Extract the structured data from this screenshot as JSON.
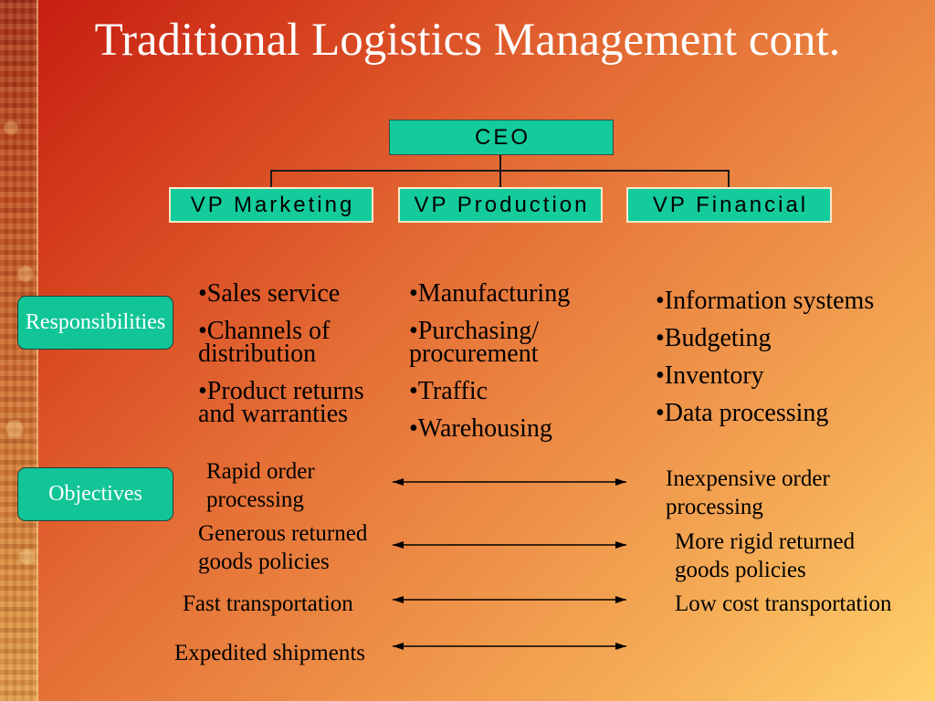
{
  "slide": {
    "title": "Traditional Logistics Management cont."
  },
  "org_chart": {
    "ceo": "CEO",
    "vp_marketing": "VP Marketing",
    "vp_production": "VP Production",
    "vp_financial": "VP Financial"
  },
  "labels": {
    "responsibilities": "Responsibilities",
    "objectives": "Objectives"
  },
  "responsibilities": {
    "marketing": [
      "•Sales service",
      "•Channels of\ndistribution",
      "•Product returns\nand warranties"
    ],
    "production": [
      "•Manufacturing",
      "•Purchasing/\nprocurement",
      "•Traffic",
      "•Warehousing"
    ],
    "financial": [
      "•Information systems",
      "•Budgeting",
      "•Inventory",
      "•Data processing"
    ]
  },
  "objectives": [
    {
      "left": "Rapid order\nprocessing",
      "right": "Inexpensive order\nprocessing"
    },
    {
      "left": "Generous returned\ngoods policies",
      "right": "More rigid returned\ngoods policies"
    },
    {
      "left": "Fast transportation",
      "right": "Low cost transportation"
    },
    {
      "left": "Expedited shipments"
    }
  ],
  "colors": {
    "background_start": "#c41a10",
    "background_end": "#ffd26c",
    "box_fill": "#14cb9b",
    "label_fill": "#12c597",
    "title_text": "#ffffff"
  }
}
